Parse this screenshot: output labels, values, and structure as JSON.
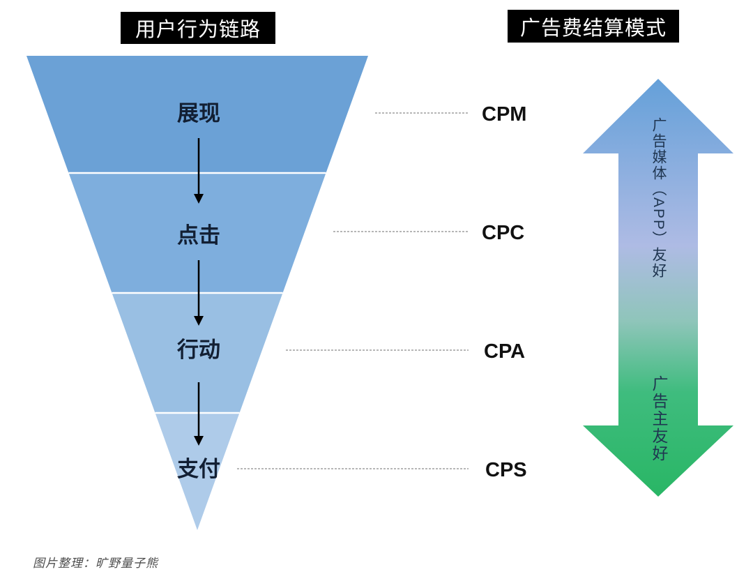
{
  "titles": {
    "left": "用户行为链路",
    "right": "广告费结算模式"
  },
  "funnel": {
    "stages": [
      {
        "label": "展现",
        "model": "CPM",
        "color": "#6BA1D6"
      },
      {
        "label": "点击",
        "model": "CPC",
        "color": "#7EAEDD"
      },
      {
        "label": "行动",
        "model": "CPA",
        "color": "#99BFE3"
      },
      {
        "label": "支付",
        "model": "CPS",
        "color": "#AECBE9"
      }
    ]
  },
  "gradient_arrow": {
    "top_label": "广告媒体（APP）友好",
    "bottom_label": "广告主友好",
    "stops": [
      "#64A0D9",
      "#AEBBE4",
      "#8FC5BA",
      "#3FBC7E",
      "#29B665"
    ]
  },
  "footer": {
    "credit": "图片整理：旷野量子熊"
  }
}
